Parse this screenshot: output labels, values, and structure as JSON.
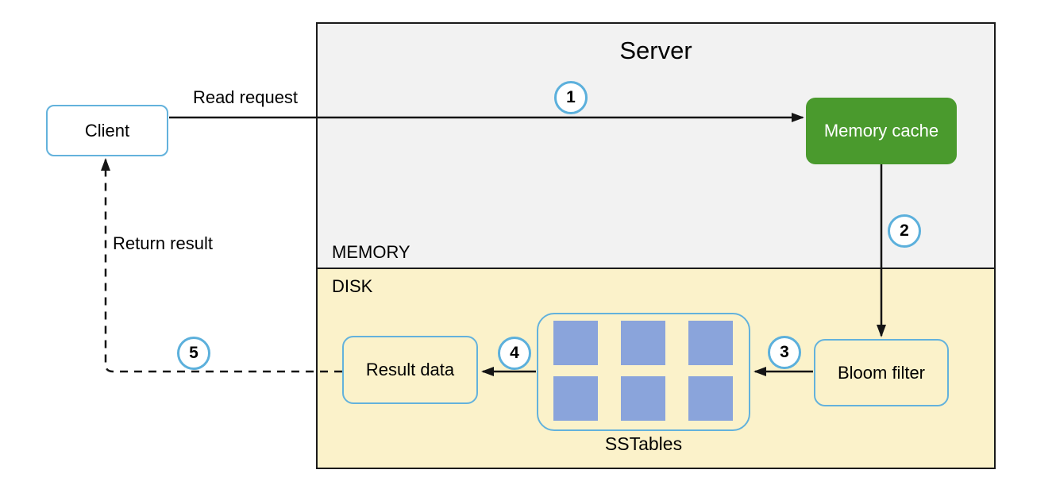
{
  "server": {
    "title": "Server",
    "memory_label": "MEMORY",
    "disk_label": "DISK"
  },
  "nodes": {
    "client": "Client",
    "memory_cache": "Memory cache",
    "bloom_filter": "Bloom filter",
    "sstables": "SSTables",
    "result_data": "Result data"
  },
  "flow": [
    {
      "step": "1",
      "from": "Client",
      "to": "Memory cache",
      "label": "Read request",
      "line": "solid"
    },
    {
      "step": "2",
      "from": "Memory cache",
      "to": "Bloom filter",
      "label": "",
      "line": "solid"
    },
    {
      "step": "3",
      "from": "Bloom filter",
      "to": "SSTables",
      "label": "",
      "line": "solid"
    },
    {
      "step": "4",
      "from": "SSTables",
      "to": "Result data",
      "label": "",
      "line": "solid"
    },
    {
      "step": "5",
      "from": "Result data",
      "to": "Client",
      "label": "Return result",
      "line": "dashed"
    }
  ],
  "sstables": {
    "square_count": 6
  },
  "colors": {
    "accent_blue_border": "#63b2dc",
    "memory_cache_green": "#4a9a2d",
    "sstable_square_blue": "#8aa4db",
    "memory_region_gray": "#f2f2f2",
    "disk_region_yellow": "#fbf2ca",
    "arrow_black": "#151515"
  }
}
